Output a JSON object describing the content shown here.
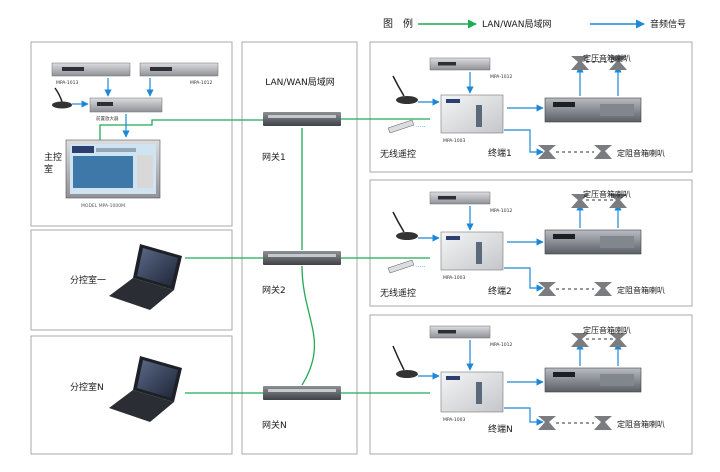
{
  "legend": {
    "title": "图　例",
    "network_label": "LAN/WAN局域网",
    "audio_label": "音频信号"
  },
  "colors": {
    "network_line": "#1faa55",
    "audio_line": "#1e88d8",
    "box_border": "#a9a9a9",
    "label_text": "#1a1a1a"
  },
  "center": {
    "network_title": "LAN/WAN局域网",
    "gateways": [
      "网关1",
      "网关2",
      "网关N"
    ]
  },
  "main_room": {
    "label": "主控室",
    "devices": {
      "mpa1013": "MPA-1013",
      "mpa1012": "MPA-1012",
      "mixer": "前置放大器",
      "host_model": "MODEL MPA-1000M"
    }
  },
  "sub_rooms": [
    {
      "label": "分控室一"
    },
    {
      "label": "分控室N"
    }
  ],
  "terminals": [
    {
      "name": "终端1",
      "remote": "无线遥控",
      "player_model": "MPA-1012",
      "terminal_model": "MPA-1003",
      "speaker_constant_voltage": "定压音箱喇叭",
      "speaker_constant_impedance": "定阻音箱喇叭"
    },
    {
      "name": "终端2",
      "remote": "无线遥控",
      "player_model": "MPA-1012",
      "terminal_model": "MPA-1003",
      "speaker_constant_voltage": "定压音箱喇叭",
      "speaker_constant_impedance": "定阻音箱喇叭"
    },
    {
      "name": "终端N",
      "remote": "",
      "player_model": "MPA-1012",
      "terminal_model": "MPA-1003",
      "speaker_constant_voltage": "定压音箱喇叭",
      "speaker_constant_impedance": "定阻音箱喇叭"
    }
  ]
}
